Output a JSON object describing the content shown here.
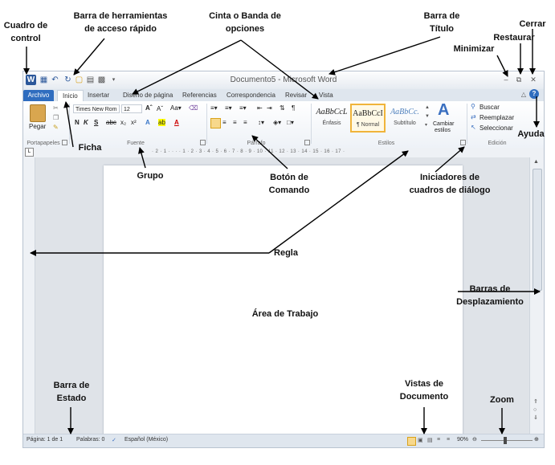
{
  "annotations": {
    "cuadro_control": [
      "Cuadro de",
      "control"
    ],
    "barra_herramientas": [
      "Barra de herramientas",
      "de acceso rápido"
    ],
    "cinta": [
      "Cinta o Banda de",
      "opciones"
    ],
    "barra_titulo": [
      "Barra de",
      "Título"
    ],
    "cerrar": "Cerrar",
    "restaurar": "Restaurar",
    "minimizar": "Minimizar",
    "ficha": "Ficha",
    "grupo": "Grupo",
    "boton_comando": [
      "Botón de",
      "Comando"
    ],
    "iniciadores": [
      "Iniciadores de",
      "cuadros de diálogo"
    ],
    "ayuda": "Ayuda",
    "regla": "Regla",
    "barras_desplazamiento": [
      "Barras de",
      "Desplazamiento"
    ],
    "area_trabajo": "Área de Trabajo",
    "barra_estado": [
      "Barra de",
      "Estado"
    ],
    "vistas_documento": [
      "Vistas de",
      "Documento"
    ],
    "zoom": "Zoom"
  },
  "word": {
    "title": "Documento5 - Microsoft Word",
    "tabs": [
      "Archivo",
      "Inicio",
      "Insertar",
      "Diseño de página",
      "Referencias",
      "Correspondencia",
      "Revisar",
      "Vista"
    ],
    "active_tab": "Inicio",
    "clipboard": {
      "paste_label": "Pegar",
      "group": "Portapapeles"
    },
    "font": {
      "name": "Times New Rom",
      "size": "12",
      "group": "Fuente"
    },
    "paragraph": {
      "group": "Párrafo"
    },
    "styles": {
      "group": "Estilos",
      "items": [
        {
          "sample": "AaBbCcL",
          "name": "Énfasis"
        },
        {
          "sample": "AaBbCcI",
          "name": "¶ Normal"
        },
        {
          "sample": "AaBbCc.",
          "name": "Subtítulo"
        }
      ],
      "change_label": [
        "Cambiar",
        "estilos"
      ]
    },
    "editing": {
      "group": "Edición",
      "search": "Buscar",
      "replace": "Reemplazar",
      "select": "Seleccionar"
    },
    "ruler_numbers": "· 2 · 1 · · · · 1 · 2 · 3 · 4 · 5 · 6 · 7 · 8 · 9 · 10 · 11 · 12 · 13 · 14 · 15 · 16 · 17 ·",
    "status": {
      "page": "Página: 1 de 1",
      "words": "Palabras: 0",
      "language": "Español (México)",
      "zoom": "90%"
    }
  },
  "colors": {
    "accent": "#2f6dbf",
    "style_selected": "#f0b43a"
  }
}
